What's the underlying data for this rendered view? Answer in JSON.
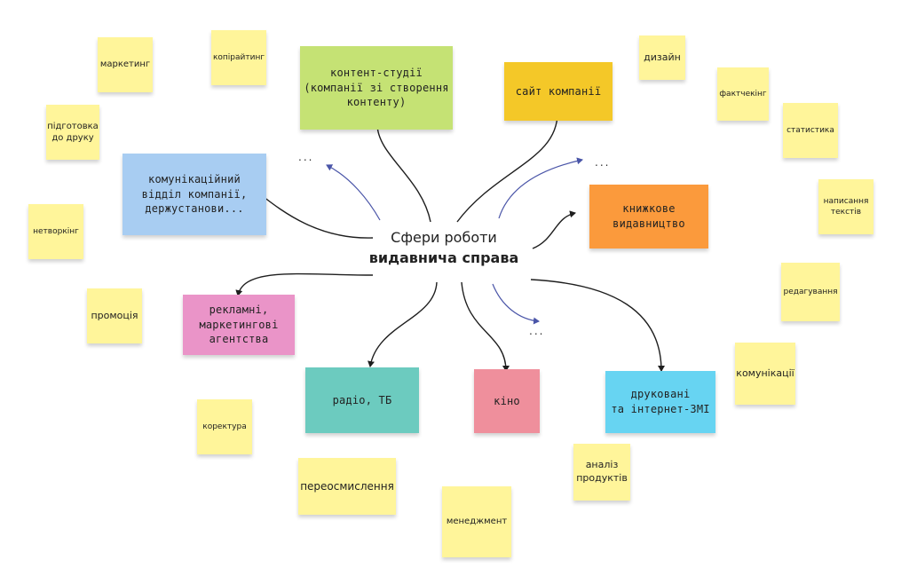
{
  "center": {
    "line1": "Сфери роботи",
    "line2": "видавнича справа"
  },
  "categories": [
    {
      "id": "content",
      "text": "контент-студії\n(компанії зі створення\nконтенту)",
      "color": "#c5e274"
    },
    {
      "id": "site",
      "text": "сайт компанії",
      "color": "#f4c828"
    },
    {
      "id": "comm",
      "text": "комунікаційний\nвідділ компанії,\nдержустанови...",
      "color": "#a8cdf2"
    },
    {
      "id": "book",
      "text": "книжкове\nвидавництво",
      "color": "#fb9a3c"
    },
    {
      "id": "ads",
      "text": "рекламні,\nмаркетингові\nагентства",
      "color": "#ea94c8"
    },
    {
      "id": "radio",
      "text": "радіо, ТБ",
      "color": "#6ccbbf"
    },
    {
      "id": "cinema",
      "text": "кіно",
      "color": "#ef8f9c"
    },
    {
      "id": "media",
      "text": "друковані\nта інтернет-ЗМІ",
      "color": "#67d4f2"
    }
  ],
  "ellipses": [
    "...",
    "...",
    "..."
  ],
  "skills": [
    "маркетинг",
    "копірайтинг",
    "дизайн",
    "фактчекінг",
    "підготовка\nдо друку",
    "статистика",
    "написання\nтекстів",
    "нетворкінг",
    "редагування",
    "промоція",
    "комунікації",
    "коректура",
    "аналіз\nпродуктів",
    "переосмислення",
    "менеджмент"
  ],
  "colors": {
    "skill_note": "#fff59a",
    "arrow_dark": "#1e1e1e",
    "arrow_blue": "#4a55a8"
  }
}
